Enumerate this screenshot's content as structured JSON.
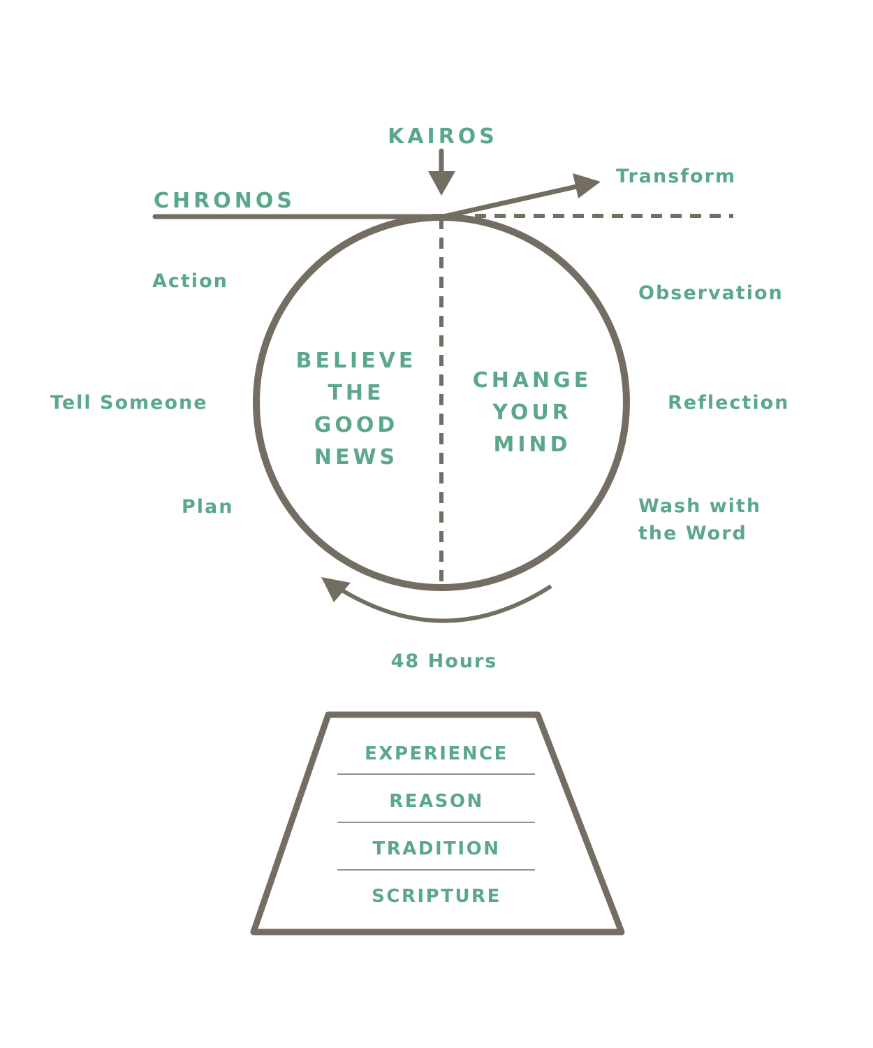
{
  "colors": {
    "text": "#5aa889",
    "stroke": "#736d62"
  },
  "top": {
    "kairos": "KAIROS",
    "chronos": "CHRONOS",
    "transform": "Transform"
  },
  "left_labels": {
    "action": "Action",
    "tell_someone": "Tell Someone",
    "plan": "Plan"
  },
  "right_labels": {
    "observation": "Observation",
    "reflection": "Reflection",
    "wash_line1": "Wash with",
    "wash_line2": "the Word"
  },
  "circle": {
    "left": [
      "BELIEVE",
      "THE",
      "GOOD",
      "NEWS"
    ],
    "right": [
      "CHANGE",
      "YOUR",
      "MIND"
    ]
  },
  "cycle_label": "48 Hours",
  "pyramid": [
    "EXPERIENCE",
    "REASON",
    "TRADITION",
    "SCRIPTURE"
  ]
}
